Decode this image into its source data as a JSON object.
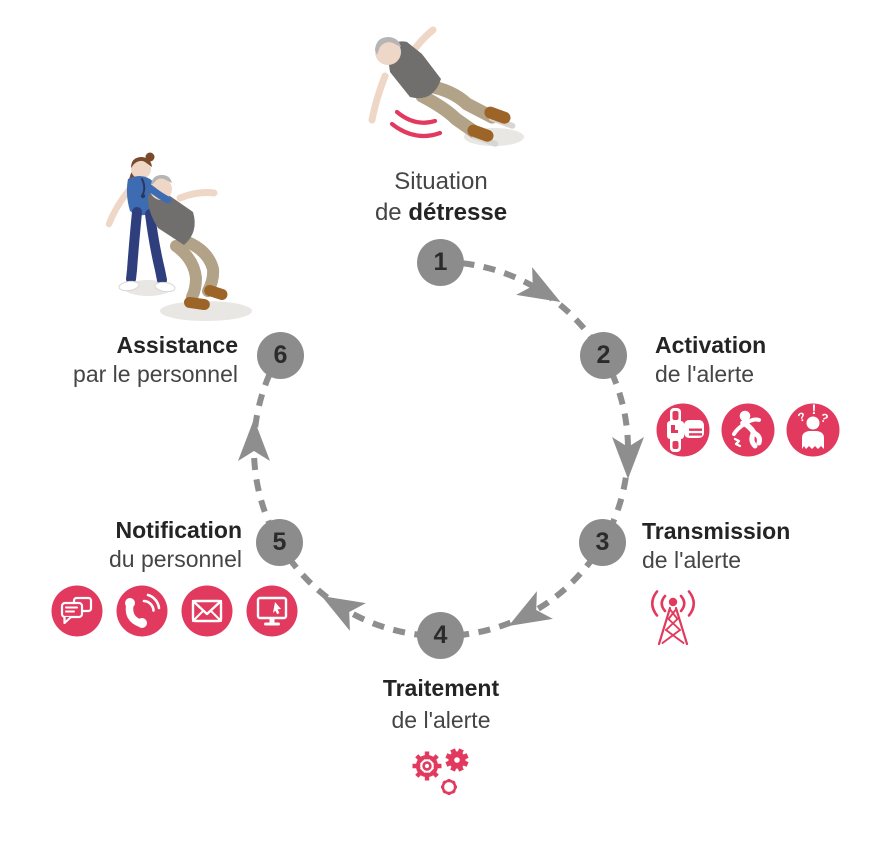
{
  "diagram": {
    "type": "cycle",
    "language": "fr",
    "step_count": "6"
  },
  "colors": {
    "accent_pink": "#E13A5E",
    "node_gray": "#8C8C8C",
    "dash_gray": "#8E8E8E",
    "title_text": "#242424",
    "body_text": "#454545"
  },
  "steps": [
    {
      "num": "1",
      "line1": "Situation",
      "line2_prefix": "de ",
      "line2_bold": "détresse",
      "illustration": "person-falling-backward"
    },
    {
      "num": "2",
      "title": "Activation",
      "subtitle": "de l'alerte",
      "icons": [
        "wrist-button-press",
        "person-slipping",
        "person-confused"
      ]
    },
    {
      "num": "3",
      "title": "Transmission",
      "subtitle": "de l'alerte",
      "icons": [
        "radio-antenna"
      ]
    },
    {
      "num": "4",
      "title": "Traitement",
      "subtitle": "de l'alerte",
      "icons": [
        "gears"
      ]
    },
    {
      "num": "5",
      "title": "Notification",
      "subtitle": "du personnel",
      "icons": [
        "chat-messages",
        "phone-call",
        "email-envelope",
        "computer-monitor"
      ]
    },
    {
      "num": "6",
      "title": "Assistance",
      "subtitle": "par le personnel",
      "illustration": "caregiver-catching-person"
    }
  ],
  "confused_icon_marks": {
    "left": "?",
    "center": "!",
    "right": "?"
  }
}
